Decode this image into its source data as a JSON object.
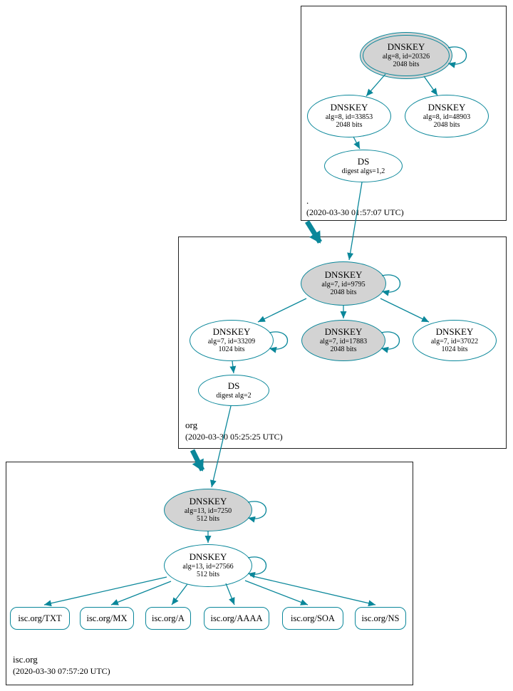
{
  "colors": {
    "secure_edge": "#0a879a",
    "ksk_fill": "#d3d3d3",
    "zone_border": "#222222"
  },
  "zones": [
    {
      "name": ".",
      "timestamp": "(2020-03-30 01:57:07 UTC)",
      "nodes": {
        "ksk": {
          "title": "DNSKEY",
          "detail": "alg=8, id=20326",
          "size": "2048 bits"
        },
        "zsk1": {
          "title": "DNSKEY",
          "detail": "alg=8, id=33853",
          "size": "2048 bits"
        },
        "zsk2": {
          "title": "DNSKEY",
          "detail": "alg=8, id=48903",
          "size": "2048 bits"
        },
        "ds": {
          "title": "DS",
          "detail": "digest algs=1,2"
        }
      }
    },
    {
      "name": "org",
      "timestamp": "(2020-03-30 05:25:25 UTC)",
      "nodes": {
        "ksk": {
          "title": "DNSKEY",
          "detail": "alg=7, id=9795",
          "size": "2048 bits"
        },
        "key33209": {
          "title": "DNSKEY",
          "detail": "alg=7, id=33209",
          "size": "1024 bits"
        },
        "key17883": {
          "title": "DNSKEY",
          "detail": "alg=7, id=17883",
          "size": "2048 bits"
        },
        "key37022": {
          "title": "DNSKEY",
          "detail": "alg=7, id=37022",
          "size": "1024 bits"
        },
        "ds": {
          "title": "DS",
          "detail": "digest alg=2"
        }
      }
    },
    {
      "name": "isc.org",
      "timestamp": "(2020-03-30 07:57:20 UTC)",
      "nodes": {
        "ksk": {
          "title": "DNSKEY",
          "detail": "alg=13, id=7250",
          "size": "512 bits"
        },
        "zsk": {
          "title": "DNSKEY",
          "detail": "alg=13, id=27566",
          "size": "512 bits"
        },
        "rrsets": [
          {
            "label": "isc.org/TXT"
          },
          {
            "label": "isc.org/MX"
          },
          {
            "label": "isc.org/A"
          },
          {
            "label": "isc.org/AAAA"
          },
          {
            "label": "isc.org/SOA"
          },
          {
            "label": "isc.org/NS"
          }
        ]
      }
    }
  ]
}
